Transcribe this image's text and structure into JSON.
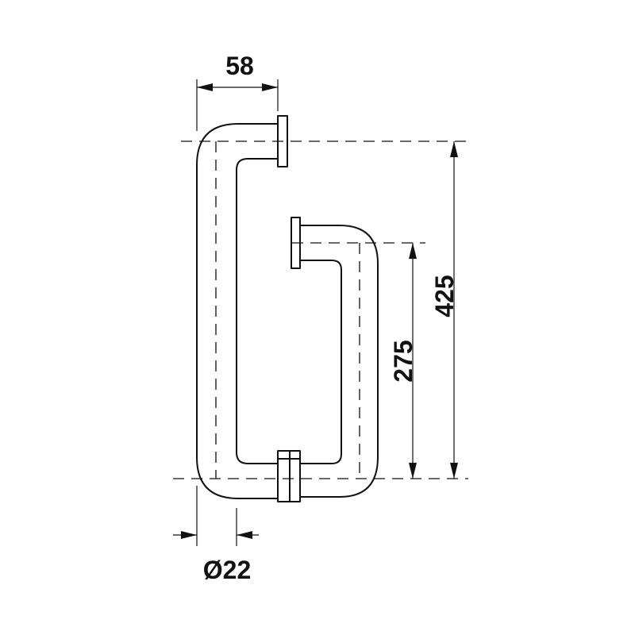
{
  "drawing": {
    "dim_top_width": "58",
    "dim_short_height": "275",
    "dim_tall_height": "425",
    "dim_diameter": "Ø22"
  },
  "colors": {
    "line": "#111111",
    "background": "#ffffff"
  }
}
